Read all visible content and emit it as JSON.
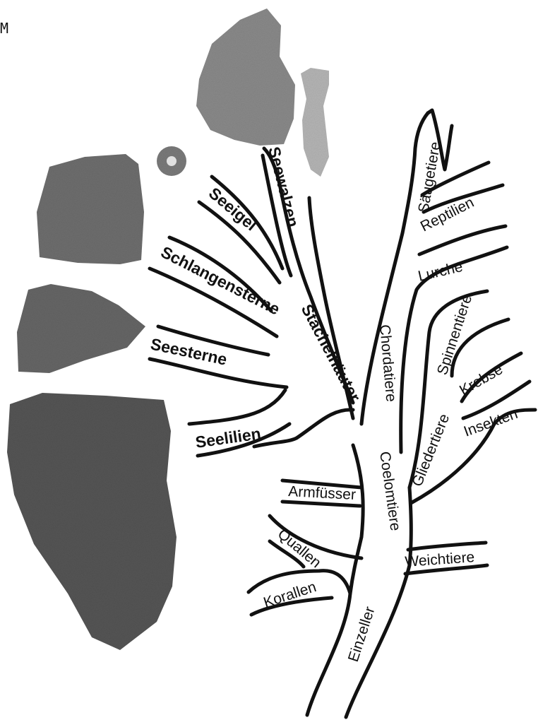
{
  "corner_text": "M",
  "labels": {
    "saeugetiere": "Säugetiere",
    "reptilien": "Reptilien",
    "lurche": "Lurche",
    "chordatiere": "Chordatiere",
    "spinnentiere": "Spinnentiere",
    "krebse": "Krebse",
    "insekten": "Insekten",
    "gliedertiere": "Gliedertiere",
    "coelomtiere": "Coelomtiere",
    "weichtiere": "Weichtiere",
    "armfuesser": "Armfüsser",
    "quallen": "Quallen",
    "korallen": "Korallen",
    "einzeller": "Einzeller",
    "stachelhaeuter": "Stachelhäuter",
    "seewalzen": "Seewalzen",
    "seeigel": "Seeigel",
    "schlangensterne": "Schlangensterne",
    "seesterne": "Seesterne",
    "seelilien": "Seelilien"
  },
  "colors": {
    "line": "#111111",
    "fossil_dark": "#5a5a5a",
    "fossil_mid": "#7d7d7d",
    "fossil_light": "#a9a9a9"
  }
}
